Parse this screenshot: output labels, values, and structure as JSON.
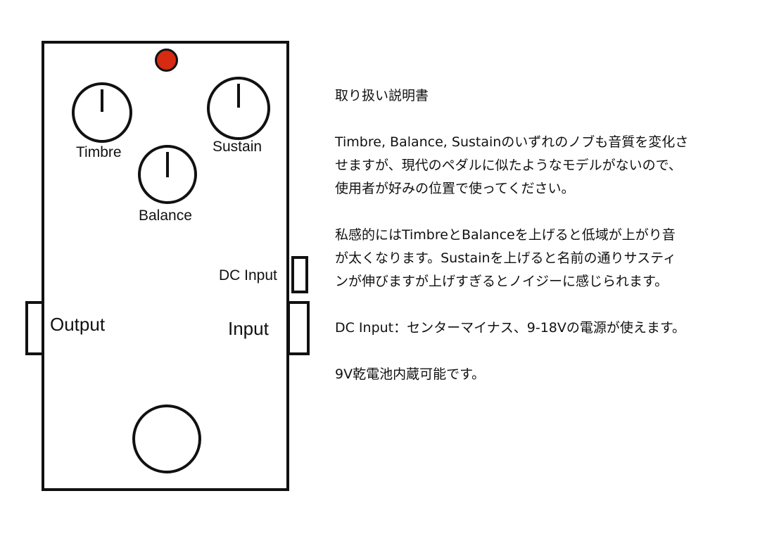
{
  "pedal": {
    "knobs": {
      "timbre": "Timbre",
      "sustain": "Sustain",
      "balance": "Balance"
    },
    "jacks": {
      "output": "Output",
      "input": "Input",
      "dc_input": "DC Input"
    },
    "colors": {
      "led": "#d62a12",
      "outline": "#111111"
    }
  },
  "manual": {
    "title": "取り扱い説明書",
    "paragraphs": [
      {
        "lines": [
          "Timbre, Balance, Sustainのいずれのノブも音質を変化さ",
          "せますが、現代のペダルに似たようなモデルがないので、",
          "使用者が好みの位置で使ってください。"
        ]
      },
      {
        "lines": [
          "私感的にはTimbreとBalanceを上げると低域が上がり音",
          "が太くなります。Sustainを上げると名前の通りサスティ",
          "ンが伸びますが上げすぎるとノイジーに感じられます。"
        ]
      },
      {
        "lines": [
          "DC Input：センターマイナス、9-18Vの電源が使えます。"
        ]
      },
      {
        "lines": [
          "9V乾電池内蔵可能です。"
        ]
      }
    ]
  }
}
